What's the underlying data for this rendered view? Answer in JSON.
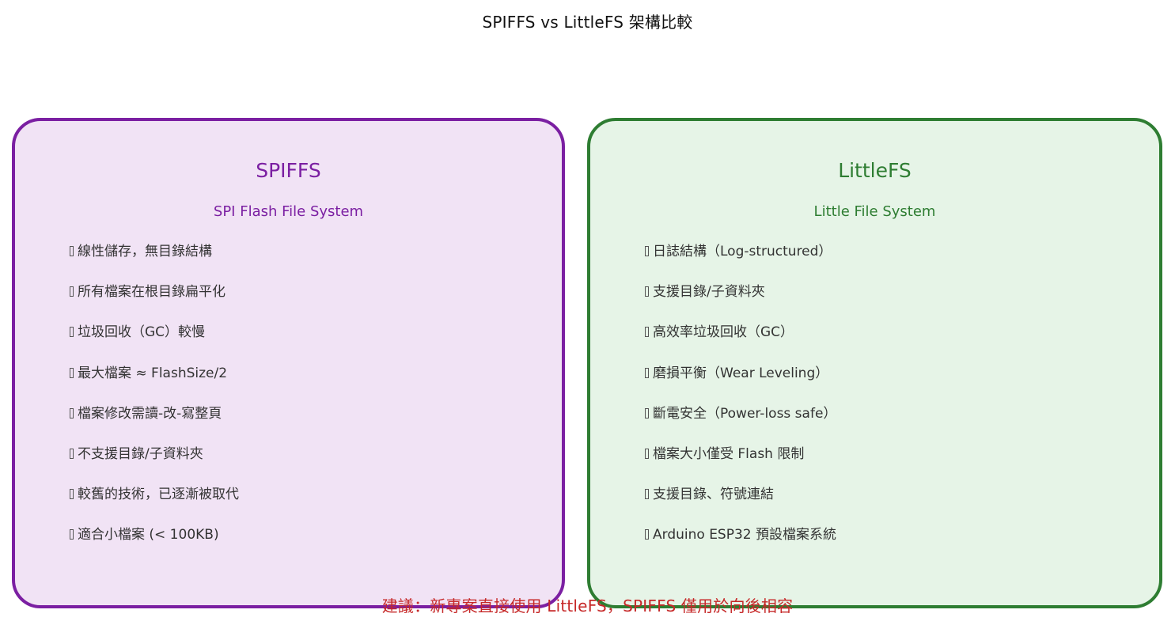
{
  "title": "SPIFFS vs LittleFS 架構比較",
  "colors": {
    "spiffs_border": "#7b1fa2",
    "spiffs_fill": "#f1e3f5",
    "littlefs_border": "#2e7d32",
    "littlefs_fill": "#e6f4e7",
    "note": "#c62828"
  },
  "spiffs": {
    "name": "SPIFFS",
    "full_name": "SPI Flash File System",
    "items": [
      "線性儲存，無目錄結構",
      "所有檔案在根目錄扁平化",
      "垃圾回收（GC）較慢",
      "最大檔案 ≈ FlashSize/2",
      "檔案修改需讀-改-寫整頁",
      "不支援目錄/子資料夾",
      "較舊的技術，已逐漸被取代",
      "適合小檔案 (< 100KB)"
    ]
  },
  "littlefs": {
    "name": "LittleFS",
    "full_name": "Little File System",
    "items": [
      "日誌結構（Log-structured）",
      "支援目錄/子資料夾",
      "高效率垃圾回收（GC）",
      "磨損平衡（Wear Leveling）",
      "斷電安全（Power-loss safe）",
      "檔案大小僅受 Flash 限制",
      "支援目錄、符號連結",
      "Arduino ESP32 預設檔案系統"
    ]
  },
  "recommendation": "建議：新專案直接使用 LittleFS，SPIFFS 僅用於向後相容"
}
